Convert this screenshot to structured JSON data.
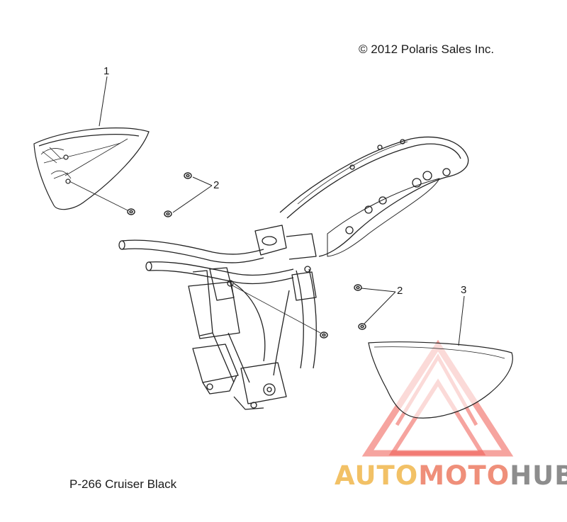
{
  "copyright": "© 2012 Polaris Sales Inc.",
  "caption": "P-266  Cruiser Black",
  "callouts": {
    "c1": "1",
    "c2a": "2",
    "c2b": "2",
    "c3": "3"
  },
  "watermark": {
    "part1": "AUTO",
    "part2": "MOTO",
    "part3": "HUB",
    "colors": {
      "part1": "#f2c166",
      "part2": "#ef8f7a",
      "part3": "#8d8d8d",
      "logo": "#ef5a50"
    }
  },
  "colors": {
    "line": "#222222",
    "background": "#ffffff"
  }
}
